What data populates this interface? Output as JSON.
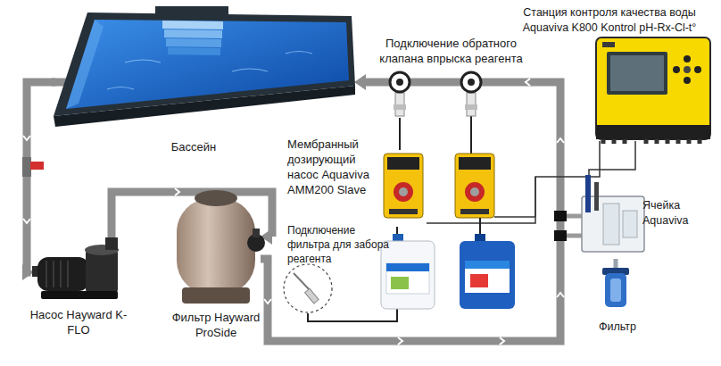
{
  "diagram": {
    "nodes": [
      {
        "text": [
          "Бассейн"
        ]
      },
      {
        "text": [
          "Подключение обратного клапана впрыска реагента"
        ]
      },
      {
        "text": [
          "Станция контроля качества воды Aquaviva K800 Kontrol pH-Rx-Cl-t°"
        ]
      },
      {
        "text": [
          "Мембранный дозирующий насос Aquaviva AMM200 Slave"
        ]
      },
      {
        "text": [
          "Подключение фильтра для забора реагента"
        ]
      },
      {
        "text": [
          "Ячейка Aquaviva"
        ]
      },
      {
        "text": [
          "Насос Hayward K-FLO"
        ]
      },
      {
        "text": [
          "Фильтр Hayward ProSide"
        ]
      },
      {
        "text": [
          "Фильтр"
        ]
      }
    ],
    "edges": [
      {
        "from": 0,
        "to": 6,
        "arrow": "to"
      },
      {
        "from": 6,
        "to": 7,
        "arrow": "to"
      },
      {
        "from": 7,
        "to": 0,
        "arrow": "to"
      },
      {
        "from": 3,
        "to": 1,
        "arrow": "none"
      },
      {
        "from": 4,
        "to": 3,
        "arrow": "none"
      },
      {
        "from": 2,
        "to": 3,
        "arrow": "none"
      },
      {
        "from": 2,
        "to": 5,
        "arrow": "none"
      },
      {
        "from": 8,
        "to": 5,
        "arrow": "none"
      }
    ]
  }
}
